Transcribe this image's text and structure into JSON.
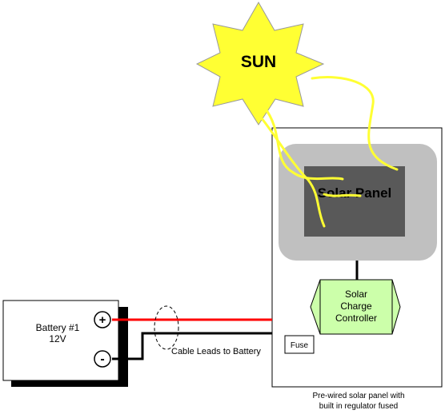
{
  "sun": {
    "label": "SUN",
    "fill": "#ffff33",
    "stroke": "#999999"
  },
  "solar_panel": {
    "label": "Solar Panel",
    "frame_color": "#c0c0c0",
    "panel_color": "#595959"
  },
  "charge_controller": {
    "line1": "Solar",
    "line2": "Charge",
    "line3": "Controller",
    "fill": "#ccffaa"
  },
  "fuse": {
    "label": "Fuse"
  },
  "battery": {
    "title": "Battery #1",
    "voltage": "12V",
    "positive": "+",
    "negative": "-"
  },
  "cable": {
    "label": "Cable Leads to Battery",
    "positive_color": "#ff0000",
    "negative_color": "#000000"
  },
  "caption": {
    "line1": "Pre-wired solar panel with",
    "line2": "built in regulator fused"
  },
  "sunbeam_color": "#ffff33"
}
